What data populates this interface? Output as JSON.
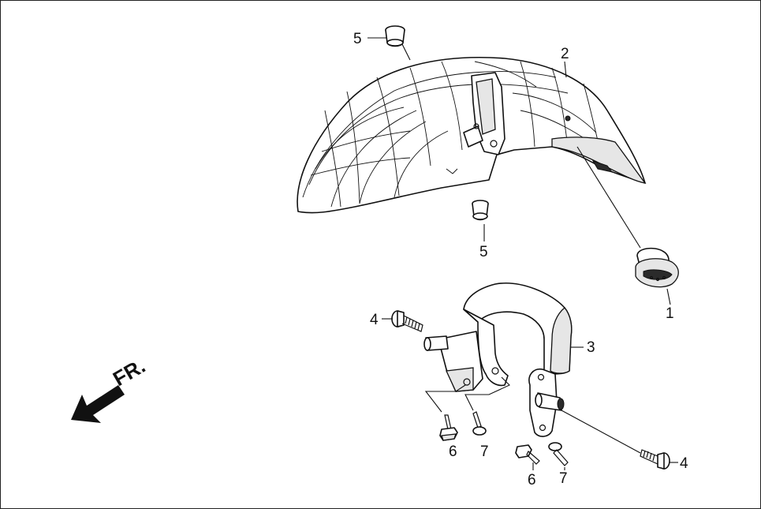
{
  "direction_label": "FR.",
  "callouts": {
    "c1": "1",
    "c2": "2",
    "c3": "3",
    "c4_upper": "4",
    "c4_lower": "4",
    "c5_upper": "5",
    "c5_lower": "5",
    "c6_left": "6",
    "c6_right": "6",
    "c7_left": "7",
    "c7_right": "7"
  }
}
